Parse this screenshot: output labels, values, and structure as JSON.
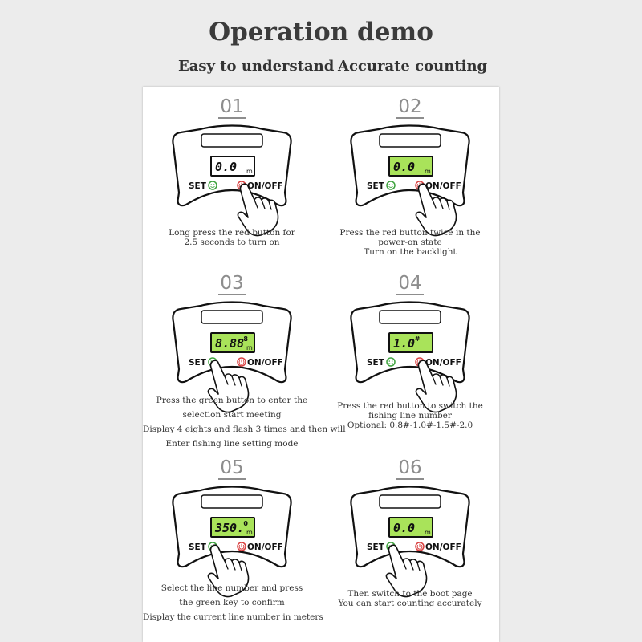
{
  "header": {
    "title": "Operation demo",
    "subtitle_left": "Easy to understand",
    "subtitle_right": "Accurate counting"
  },
  "device_labels": {
    "set": "SET",
    "onoff": "ON/OFF"
  },
  "colors": {
    "lcd_green": "#a9e35a",
    "lcd_off": "#ffffff",
    "set_button": "#3ea33e",
    "power_button": "#d94040"
  },
  "icons": {
    "set_button": "smiley-icon",
    "power_button": "power-icon",
    "hand": "pointing-hand-icon"
  },
  "steps": [
    {
      "number": "01",
      "lcd": {
        "value": "0.0",
        "sup": "",
        "unit": "m",
        "backlight": false
      },
      "pressed": "power",
      "desc": [
        "Long press the red button for",
        "2.5 seconds to turn on"
      ]
    },
    {
      "number": "02",
      "lcd": {
        "value": "0.0",
        "sup": "",
        "unit": "m",
        "backlight": true
      },
      "pressed": "power",
      "desc": [
        "Press the red button twice in the",
        "power-on state",
        "Turn on the backlight"
      ]
    },
    {
      "number": "03",
      "lcd": {
        "value": "8.88",
        "sup": "8",
        "unit": "m",
        "backlight": true
      },
      "pressed": "set",
      "desc": [
        "Press the green button to enter the",
        "selection start meeting",
        "Display 4 eights and flash 3 times and then will",
        "Enter fishing line setting mode"
      ]
    },
    {
      "number": "04",
      "lcd": {
        "value": "1.0",
        "sup": "#",
        "unit": "",
        "backlight": true
      },
      "pressed": "power",
      "desc": [
        "Press the red button to switch the",
        "fishing line number",
        "Optional: 0.8#-1.0#-1.5#-2.0"
      ]
    },
    {
      "number": "05",
      "lcd": {
        "value": "350.",
        "sup": "0",
        "unit": "m",
        "backlight": true
      },
      "pressed": "set",
      "desc": [
        "Select the line number and press",
        "the green key to confirm",
        "Display the current line number in meters"
      ]
    },
    {
      "number": "06",
      "lcd": {
        "value": "0.0",
        "sup": "",
        "unit": "m",
        "backlight": true
      },
      "pressed": "set",
      "desc": [
        "Then switch to the boot page",
        "You can start counting accurately"
      ]
    }
  ]
}
